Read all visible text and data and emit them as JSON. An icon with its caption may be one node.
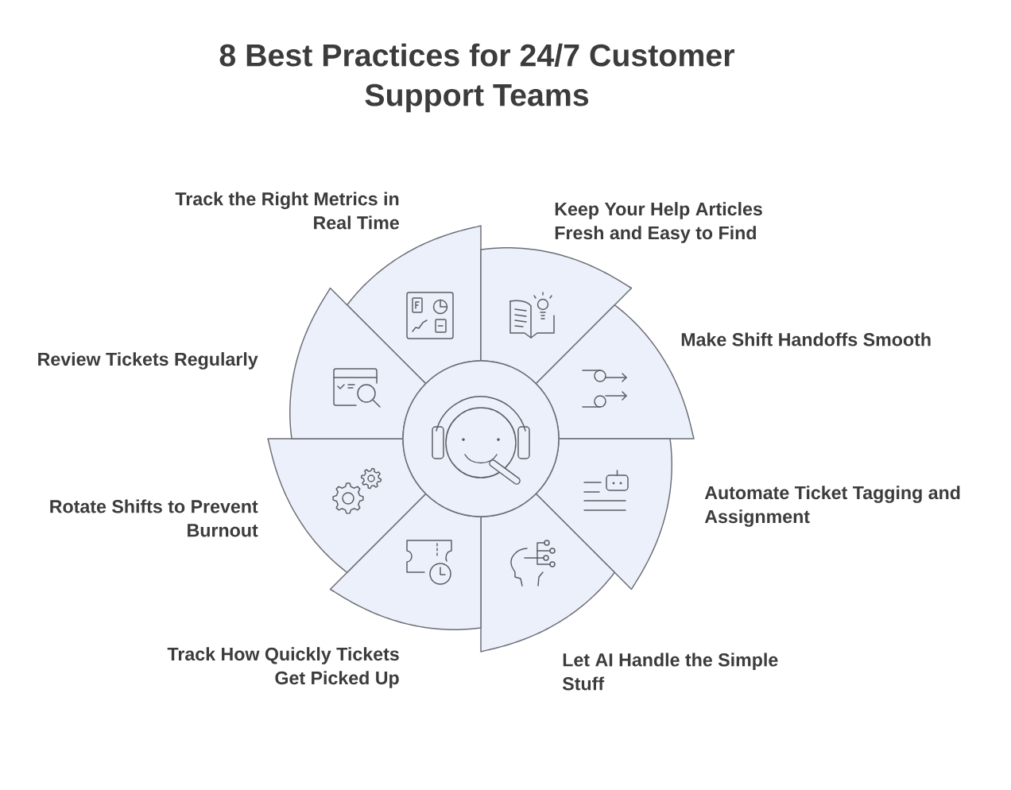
{
  "diagram": {
    "title": "8 Best Practices for 24/7 Customer Support Teams",
    "nodes": [
      {
        "text": [],
        "shape": "circle"
      },
      {
        "text": [
          "Track the Right Metrics in Real Time"
        ]
      },
      {
        "text": [
          "Keep Your Help Articles Fresh and Easy to Find"
        ]
      },
      {
        "text": [
          "Make Shift Handoffs Smooth"
        ]
      },
      {
        "text": [
          "Automate Ticket Tagging and Assignment"
        ]
      },
      {
        "text": [
          "Let AI Handle the Simple Stuff"
        ]
      },
      {
        "text": [
          "Track How Quickly Tickets Get Picked Up"
        ]
      },
      {
        "text": [
          "Rotate Shifts to Prevent Burnout"
        ]
      },
      {
        "text": [
          "Review Tickets Regularly"
        ]
      }
    ]
  }
}
